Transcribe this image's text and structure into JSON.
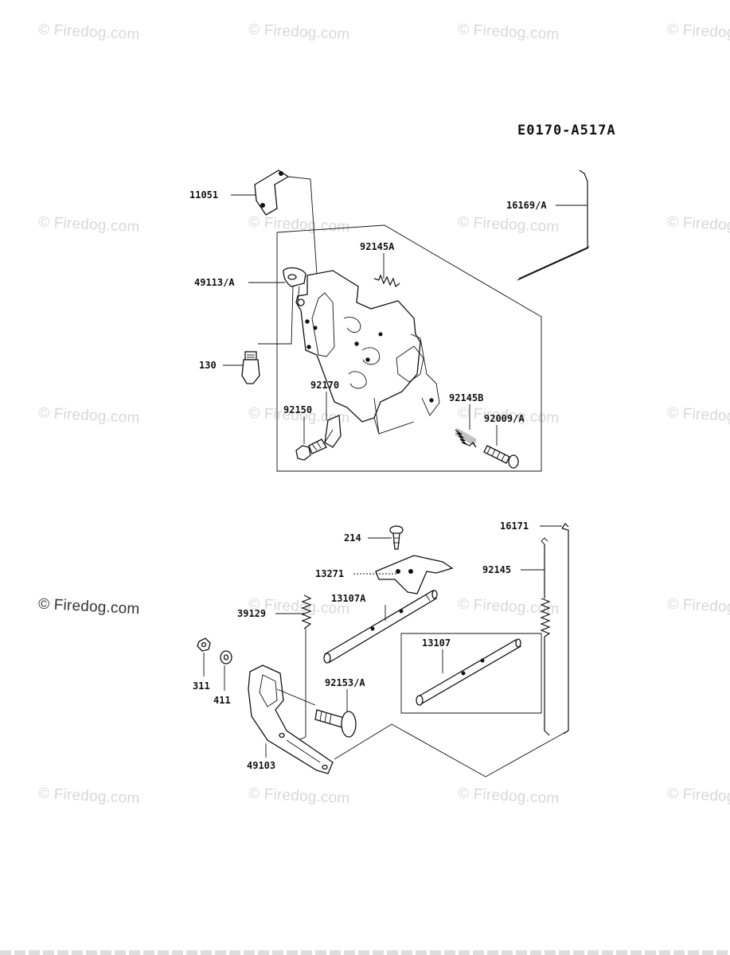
{
  "watermark": "© Firedog.com",
  "diagram_code": "E0170-A517A",
  "parts": {
    "p11051": "11051",
    "p16169a": "16169/A",
    "p92145a": "92145A",
    "p49113a": "49113/A",
    "p130": "130",
    "p92170": "92170",
    "p92150": "92150",
    "p92145b": "92145B",
    "p92009a": "92009/A",
    "p16171": "16171",
    "p214": "214",
    "p92145": "92145",
    "p13271": "13271",
    "p13107a": "13107A",
    "p39129": "39129",
    "p13107": "13107",
    "p311": "311",
    "p411": "411",
    "p92153a": "92153/A",
    "p49103": "49103"
  }
}
